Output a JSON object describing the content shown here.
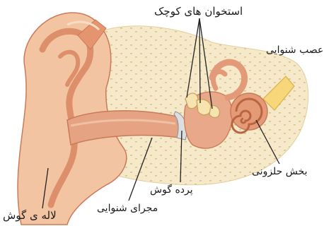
{
  "labels": {
    "ossicles": "استخوان های کوچک",
    "auditory_nerve": "عصب شنوایی",
    "cochlea": "بخش حلزونی",
    "eardrum": "پرده گوش",
    "ear_canal": "مجرای شنوایی",
    "pinna": "لاله ی گوش"
  },
  "colors": {
    "skin": "#f3c4a2",
    "skin_dark": "#dc8f6a",
    "skin_shadow": "#c97a58",
    "cartilage": "#f1dfb5",
    "bone": "#f3e6c2",
    "nerve": "#f7d77a",
    "cochlea": "#e59a77",
    "leader_line": "#222222"
  }
}
